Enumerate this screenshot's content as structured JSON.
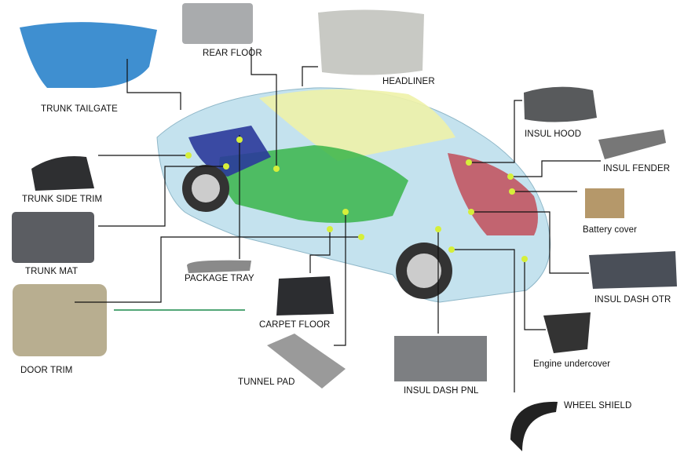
{
  "labels": {
    "trunk_tailgate": "TRUNK TAILGATE",
    "rear_floor": "REAR FLOOR",
    "headliner": "HEADLINER",
    "insul_hood": "INSUL HOOD",
    "insul_fender": "INSUL FENDER",
    "battery_cover": "Battery cover",
    "trunk_side_trim": "TRUNK SIDE TRIM",
    "trunk_mat": "TRUNK MAT",
    "package_tray": "PACKAGE TRAY",
    "carpet_floor": "CARPET FLOOR",
    "insul_dash_otr": "INSUL DASH OTR",
    "door_trim": "DOOR TRIM",
    "tunnel_pad": "TUNNEL PAD",
    "insul_dash_pnl": "INSUL DASH PNL",
    "engine_undercover": "Engine undercover",
    "wheel_shield": "WHEEL SHIELD"
  },
  "colors": {
    "dot": "#d6ef3a",
    "leader": "#111111",
    "carpet": "#2fae3a",
    "body": "#b9dcea"
  }
}
